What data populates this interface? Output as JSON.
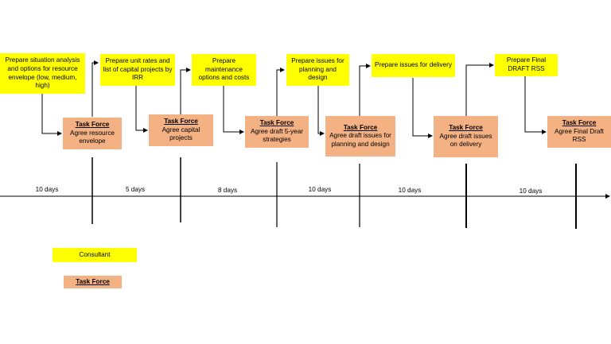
{
  "consultant_steps": [
    "Prepare situation analysis and options for resource envelope (low, medium, high)",
    "Prepare unit rates and list of capital projects by IRR",
    "Prepare maintenance options and costs",
    "Prepare issues for planning and design",
    "Prepare issues for delivery",
    "Prepare Final DRAFT RSS"
  ],
  "task_force_steps": [
    {
      "title": "Task Force",
      "text": "Agree resource envelope"
    },
    {
      "title": "Task Force",
      "text": "Agree capital projects"
    },
    {
      "title": "Task Force",
      "text": "Agree draft  5-year strategies"
    },
    {
      "title": "Task Force",
      "text": "Agree draft  issues for planning and design"
    },
    {
      "title": "Task Force",
      "text": "Agree draft issues on delivery"
    },
    {
      "title": "Task Force",
      "text": "Agree Final Draft RSS"
    }
  ],
  "durations": [
    "10 days",
    "5 days",
    "8 days",
    "10 days",
    "10 days",
    "10 days"
  ],
  "legend": {
    "consultant": "Consultant",
    "task_force": "Task Force"
  },
  "colors": {
    "consultant": "#ffff00",
    "task_force": "#f4b183",
    "line": "#000000"
  }
}
